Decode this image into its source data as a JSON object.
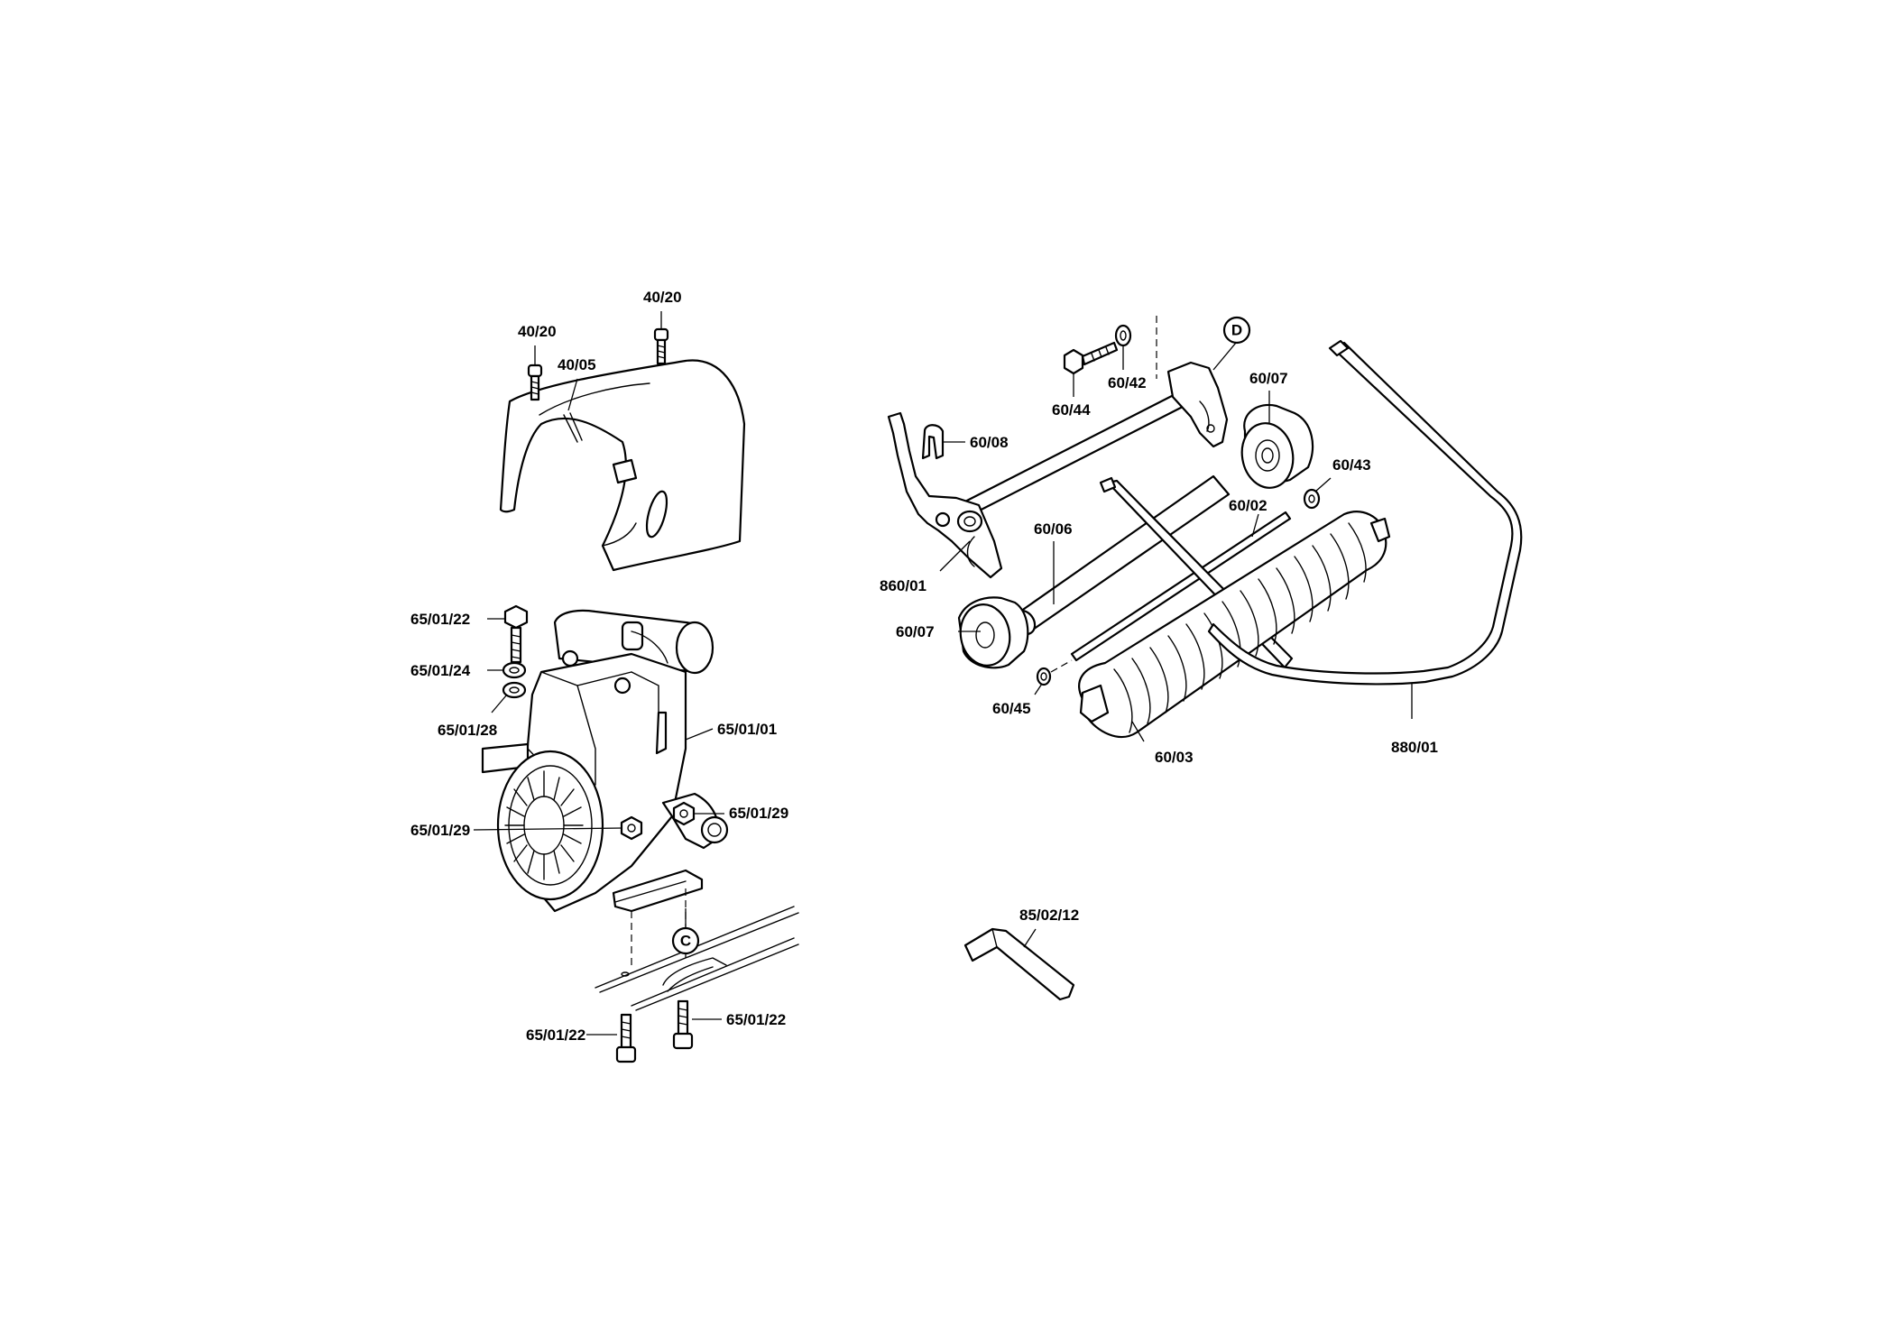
{
  "labels": {
    "screw_left": "40/20",
    "screw_right": "40/20",
    "cover": "40/05",
    "bolt_top": "65/01/22",
    "washer_1": "65/01/24",
    "washer_2": "65/01/28",
    "engine": "65/01/01",
    "nut_left": "65/01/29",
    "nut_right": "65/01/29",
    "bolt_bottom_left": "65/01/22",
    "bolt_bottom_right": "65/01/22",
    "bolt_60_44": "60/44",
    "washer_60_42": "60/42",
    "clip_60_08": "60/08",
    "roller_right": "60/07",
    "roller_left": "60/07",
    "ring_60_43": "60/43",
    "rod_60_02": "60/02",
    "tube_60_06": "60/06",
    "bracket_860_01": "860/01",
    "ring_60_45": "60/45",
    "drum_60_03": "60/03",
    "handle_880_01": "880/01",
    "hex_key": "85/02/12"
  },
  "callouts": {
    "c": "C",
    "d": "D"
  }
}
